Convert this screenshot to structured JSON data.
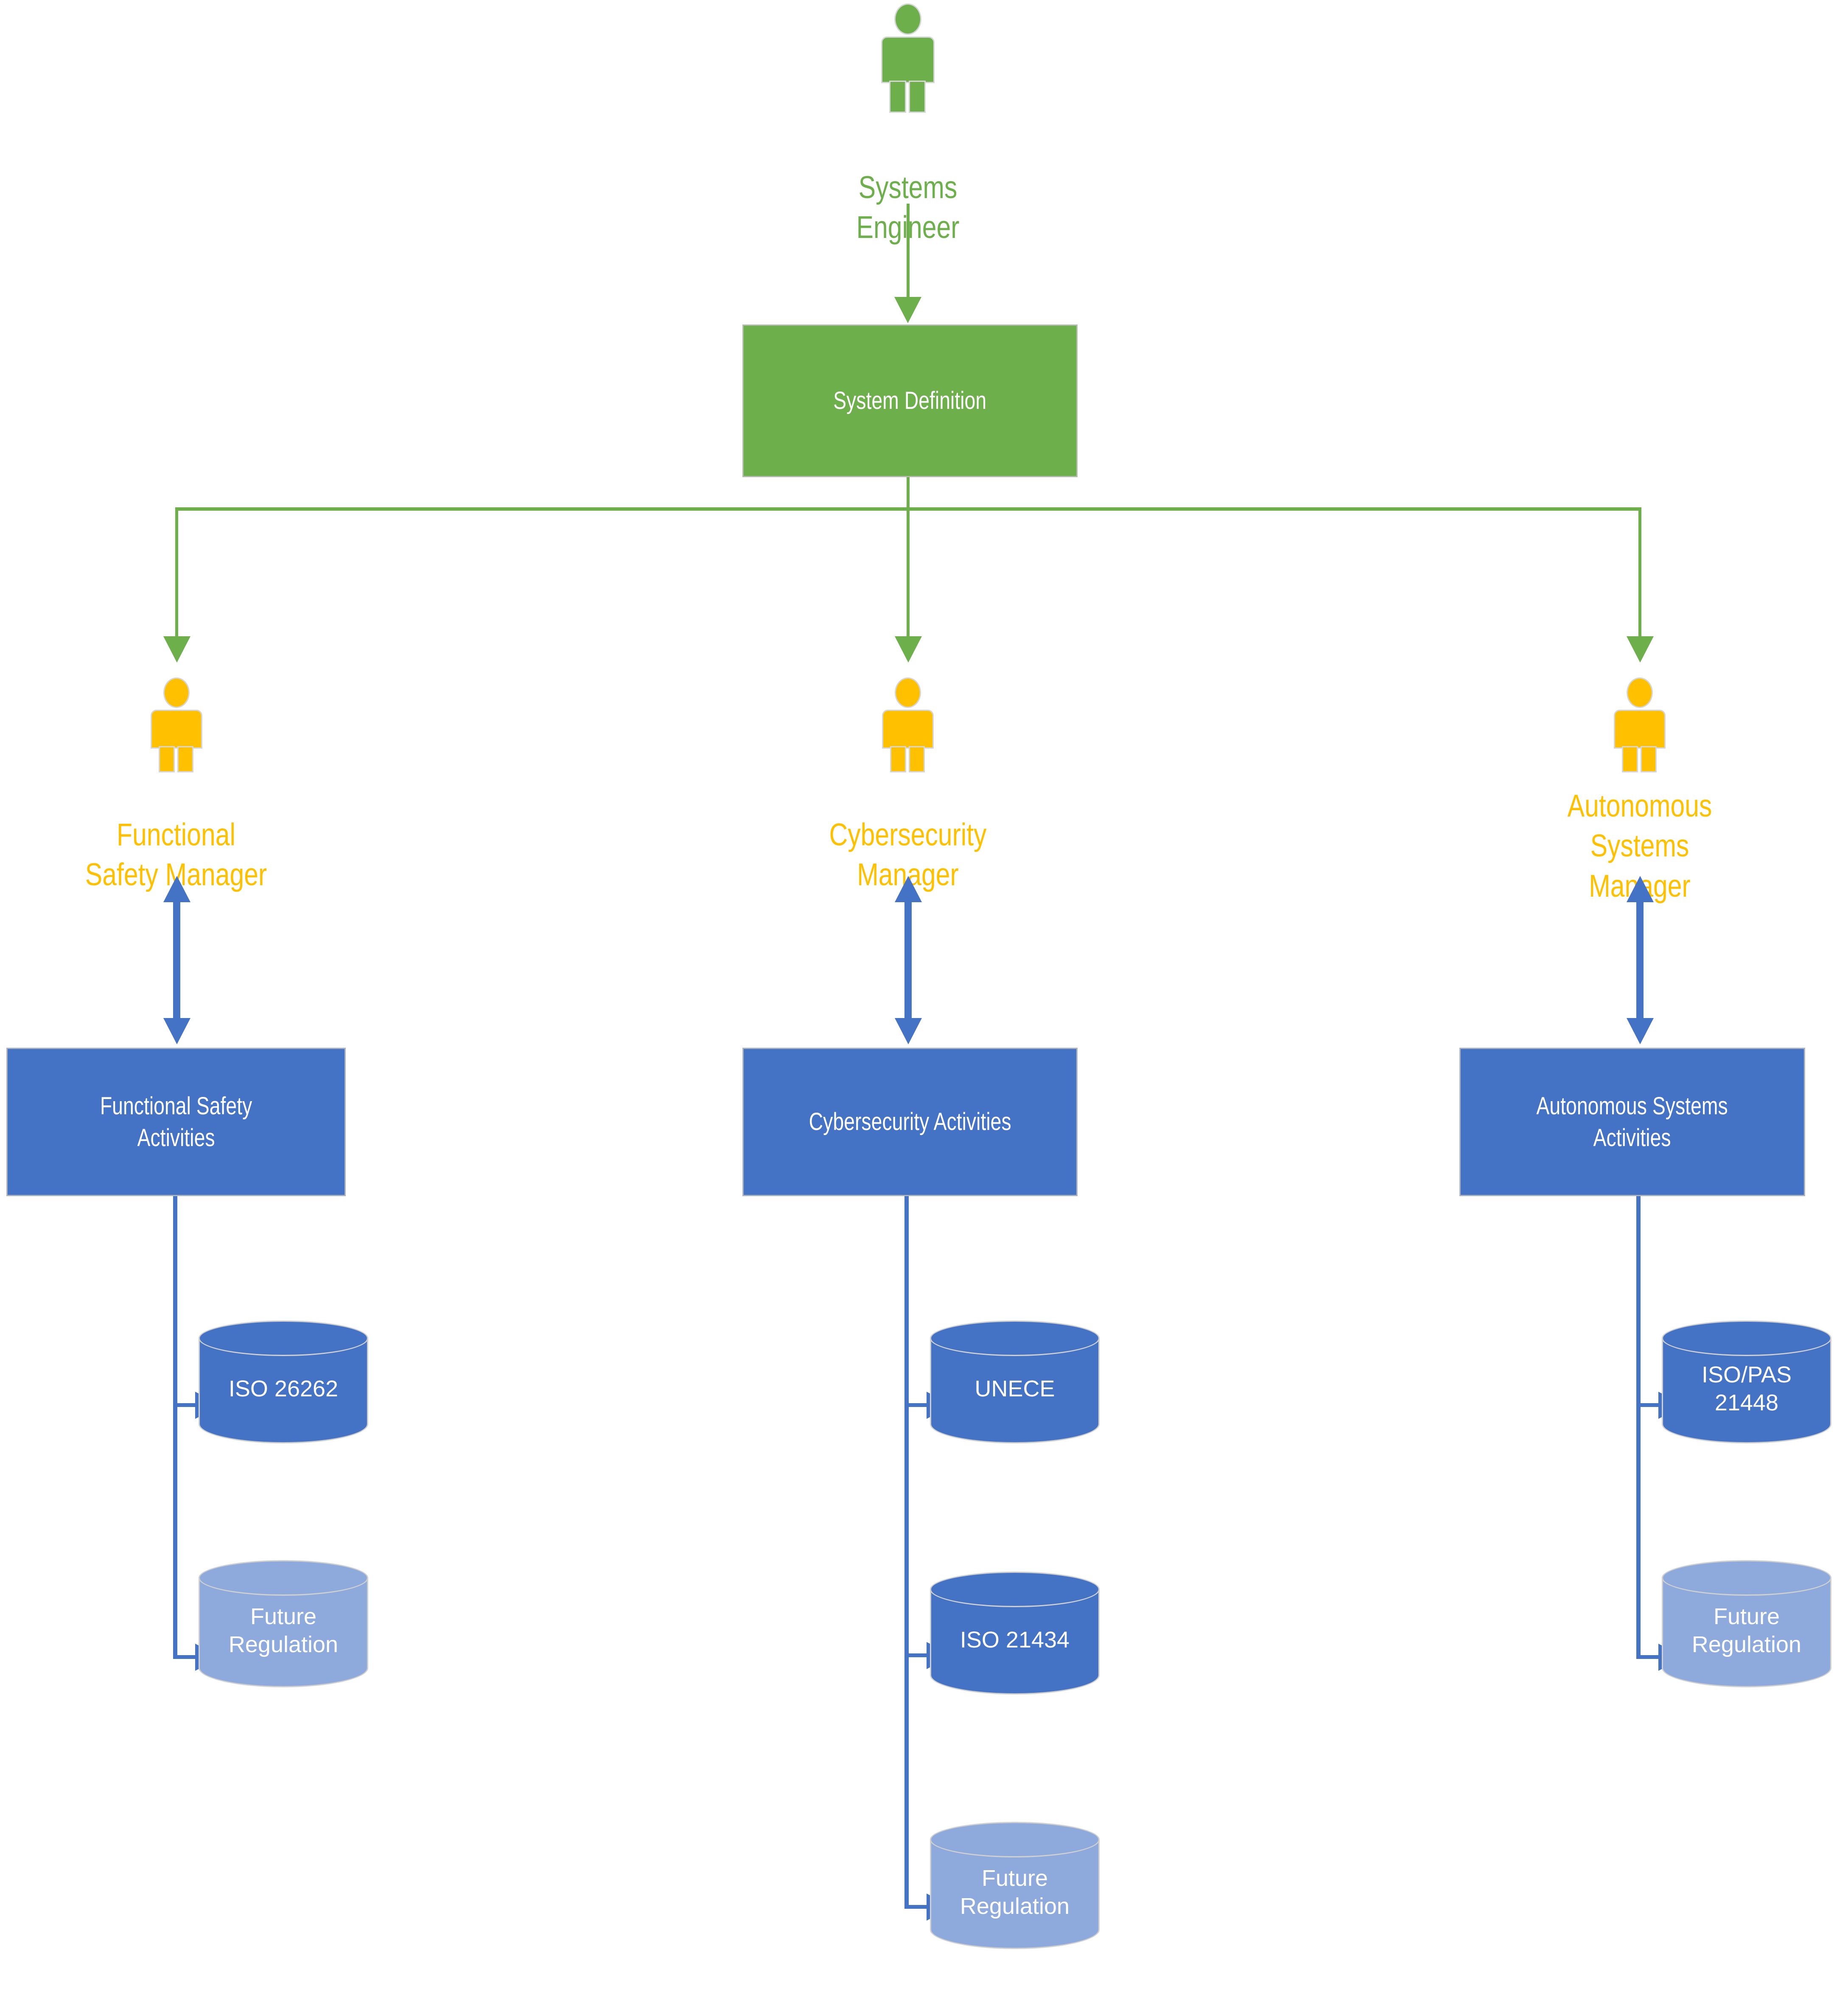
{
  "diagram": {
    "title": "Automotive Safety, Cybersecurity and Autonomy Governance Flow",
    "colors": {
      "green": "#6CAF4B",
      "amber": "#FFC000",
      "blue": "#4472C4",
      "light_blue": "#8EAADC",
      "outline": "#D0D0D0",
      "background": "#FFFFFF"
    }
  },
  "root_actor": {
    "label": "Systems\nEngineer",
    "icon": "person-icon",
    "color": "#6CAF4B"
  },
  "root_process": {
    "label": "System Definition",
    "color": "#6CAF4B"
  },
  "columns": [
    {
      "id": "functional-safety",
      "actor": {
        "label": "Functional\nSafety Manager",
        "icon": "person-icon",
        "color": "#FFC000"
      },
      "activity": {
        "label": "Functional Safety\nActivities",
        "color": "#4472C4"
      },
      "stores": [
        {
          "label": "ISO 26262",
          "variant": "dark"
        },
        {
          "label": "Future\nRegulation",
          "variant": "light"
        }
      ]
    },
    {
      "id": "cybersecurity",
      "actor": {
        "label": "Cybersecurity\nManager",
        "icon": "person-icon",
        "color": "#FFC000"
      },
      "activity": {
        "label": "Cybersecurity Activities",
        "color": "#4472C4"
      },
      "stores": [
        {
          "label": "UNECE",
          "variant": "dark"
        },
        {
          "label": "ISO 21434",
          "variant": "dark"
        },
        {
          "label": "Future\nRegulation",
          "variant": "light"
        }
      ]
    },
    {
      "id": "autonomous-systems",
      "actor": {
        "label": "Autonomous\nSystems\nManager",
        "icon": "person-icon",
        "color": "#FFC000"
      },
      "activity": {
        "label": "Autonomous Systems\nActivities",
        "color": "#4472C4"
      },
      "stores": [
        {
          "label": "ISO/PAS\n21448",
          "variant": "dark"
        },
        {
          "label": "Future\nRegulation",
          "variant": "light"
        }
      ]
    }
  ]
}
